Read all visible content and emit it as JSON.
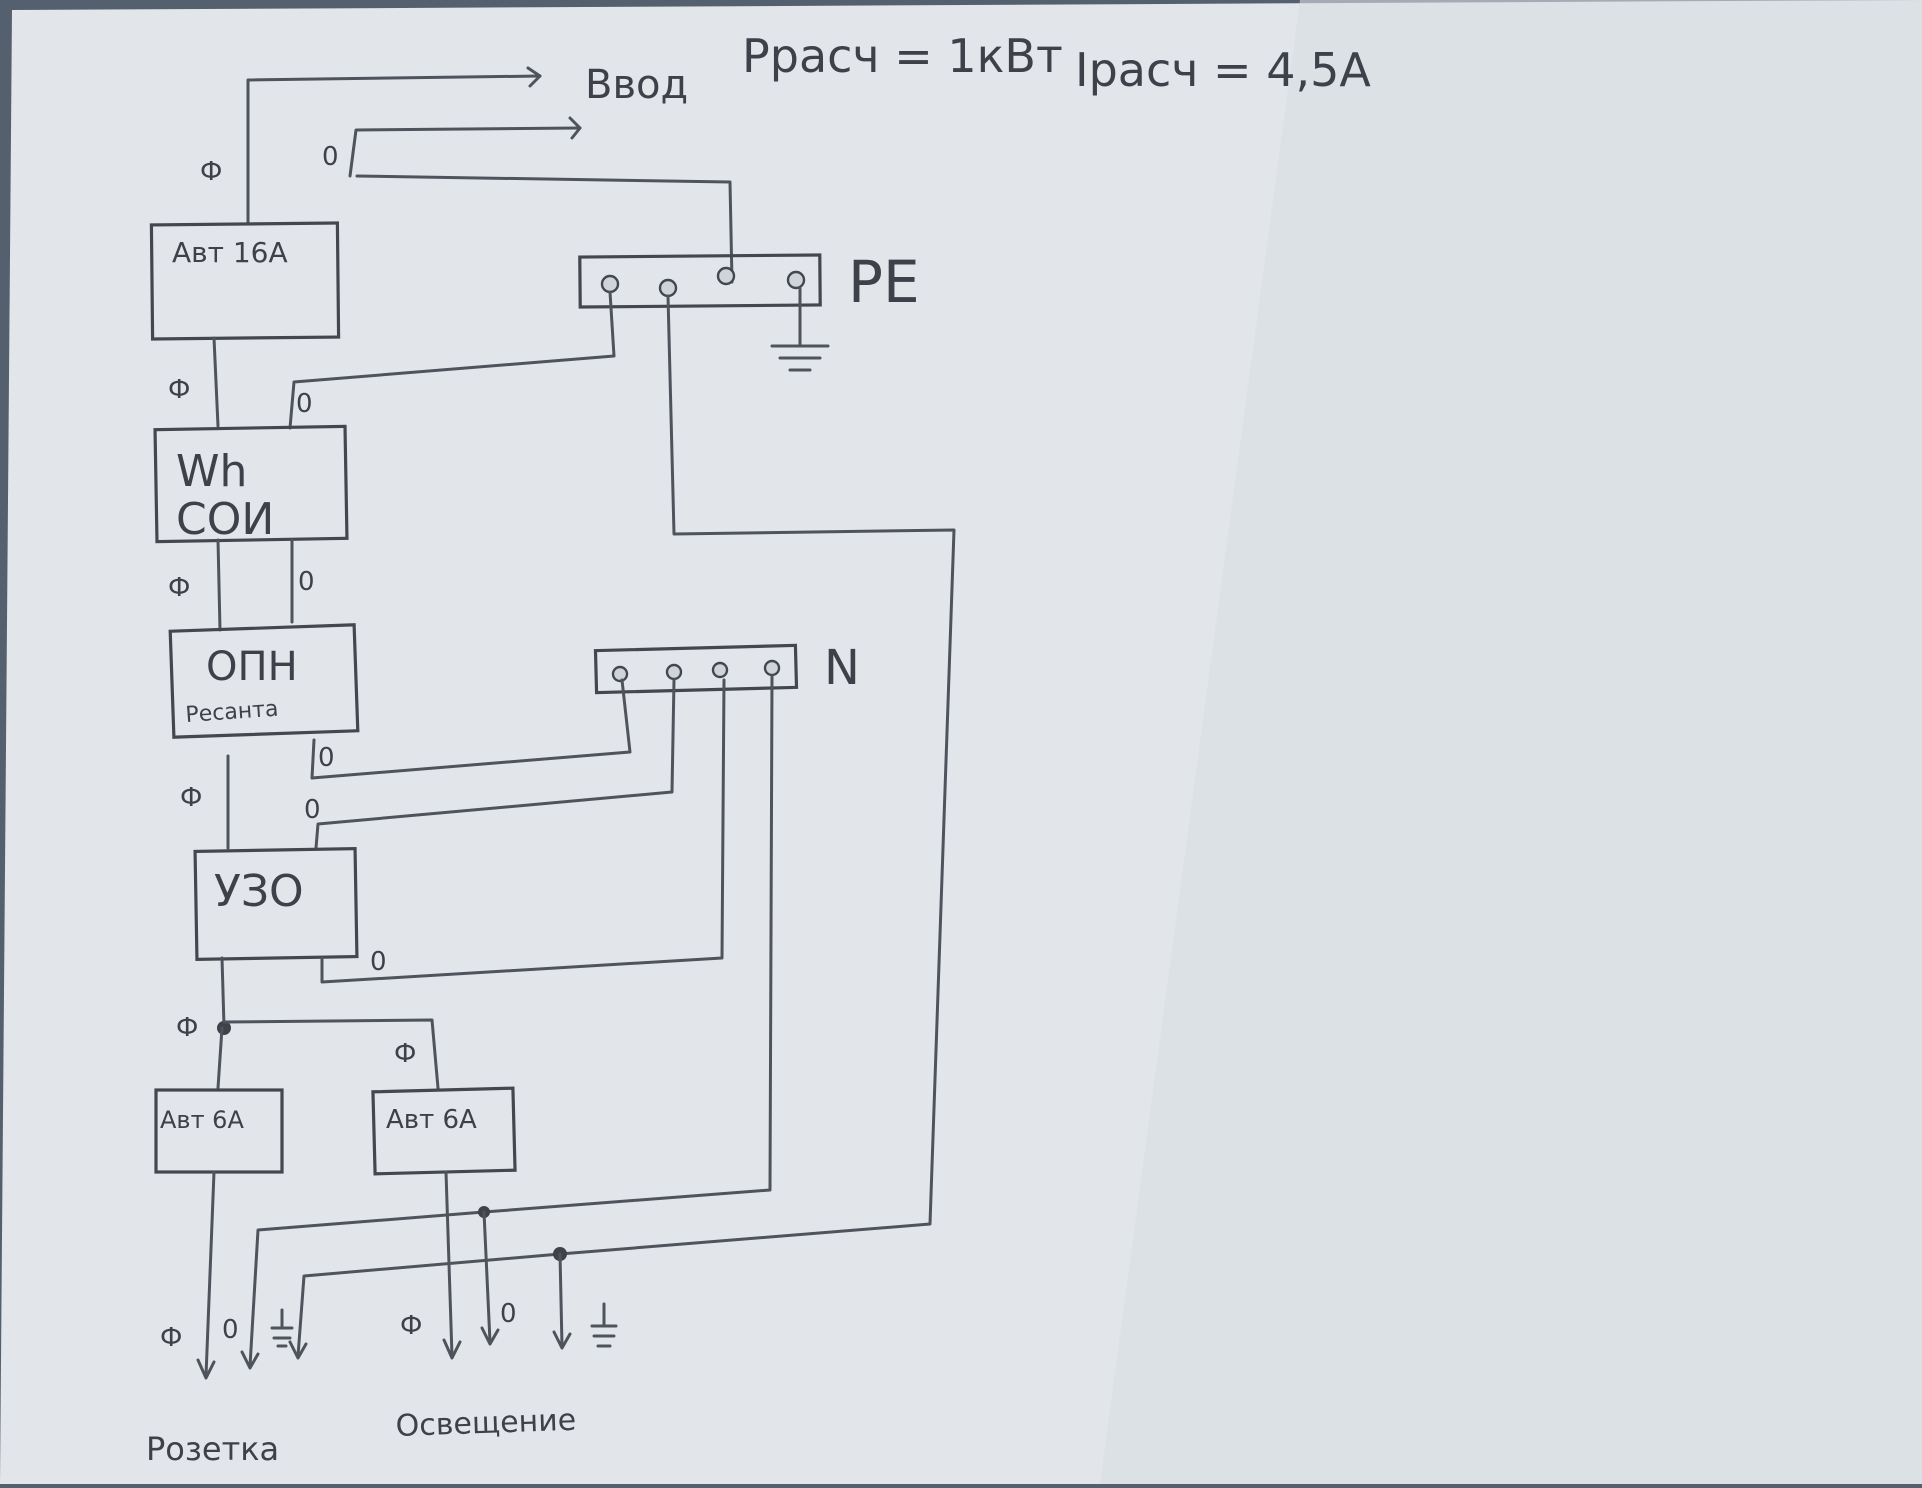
{
  "header": {
    "input_label": "Ввод",
    "power_formula": "Pрасч = 1кВт",
    "current_formula": "Iрасч = 4,5А"
  },
  "wire_labels": {
    "phase": "Ф",
    "neutral": "0"
  },
  "components": {
    "main_breaker": "Авт 16А",
    "meter_line1": "Wh",
    "meter_line2": "СОИ",
    "surge_protector": "ОПН",
    "surge_protector_brand": "Ресанта",
    "rcd": "УЗО",
    "breaker_sockets": "Авт 6А",
    "breaker_lighting": "Авт 6А"
  },
  "buses": {
    "pe": "PE",
    "n": "N"
  },
  "outputs": {
    "sockets": "Розетка",
    "lighting": "Освещение"
  },
  "colors": {
    "paper": "#e4e7ec",
    "pencil": "#44474e",
    "background": "#55606e"
  }
}
